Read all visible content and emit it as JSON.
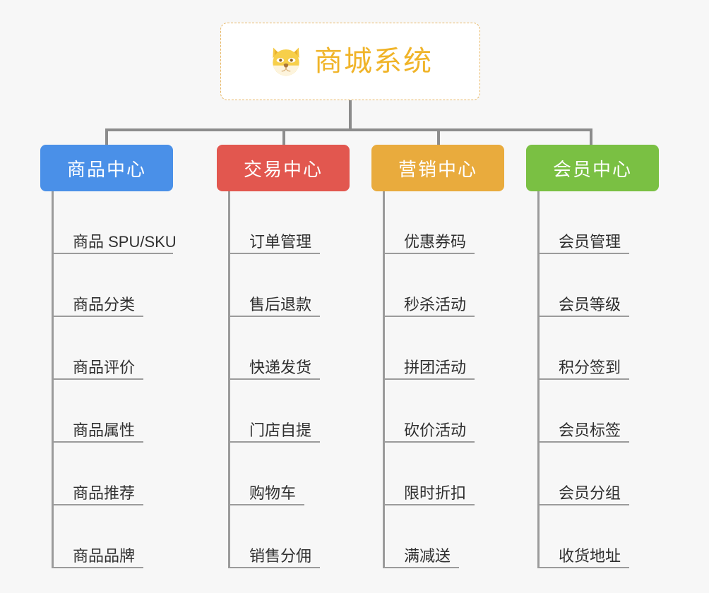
{
  "canvas": {
    "background": "#f7f7f7",
    "connector_color": "#8c8c8c",
    "leaf_line_color": "#9b9b9b",
    "leaf_text_color": "#2f2f2f"
  },
  "root": {
    "title": "商城系统",
    "icon": "shiba-dog-face-icon",
    "text_color": "#f0b429",
    "border_color": "#e8b765",
    "background": "#ffffff"
  },
  "branches": [
    {
      "label": "商品中心",
      "color": "#4a90e8",
      "items": [
        "商品 SPU/SKU",
        "商品分类",
        "商品评价",
        "商品属性",
        "商品推荐",
        "商品品牌"
      ]
    },
    {
      "label": "交易中心",
      "color": "#e2574f",
      "items": [
        "订单管理",
        "售后退款",
        "快递发货",
        "门店自提",
        "购物车",
        "销售分佣"
      ]
    },
    {
      "label": "营销中心",
      "color": "#e9ab3d",
      "items": [
        "优惠券码",
        "秒杀活动",
        "拼团活动",
        "砍价活动",
        "限时折扣",
        "满减送"
      ]
    },
    {
      "label": "会员中心",
      "color": "#7ac043",
      "items": [
        "会员管理",
        "会员等级",
        "积分签到",
        "会员标签",
        "会员分组",
        "收货地址"
      ]
    }
  ]
}
